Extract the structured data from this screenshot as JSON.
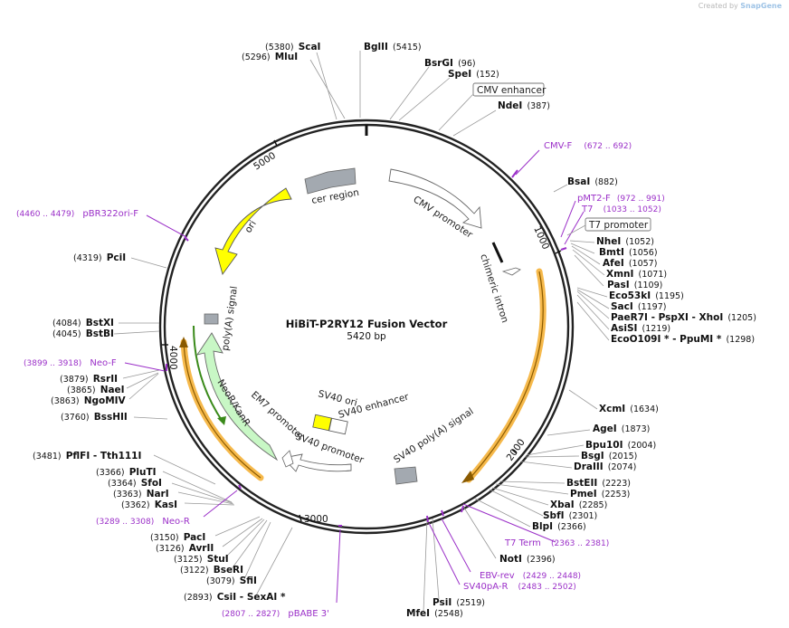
{
  "credit": {
    "prefix": "Created by",
    "brand": "SnapGene"
  },
  "title": "HiBiT-P2RY12 Fusion Vector",
  "length": "5420 bp",
  "ticks": [
    "1000",
    "2000",
    "3000",
    "4000",
    "5000"
  ],
  "sites": [
    {
      "name": "ScaI",
      "pos": "(5380)"
    },
    {
      "name": "MluI",
      "pos": "(5296)"
    },
    {
      "name": "BglII",
      "pos": "(5415)"
    },
    {
      "name": "BsrGI",
      "pos": "(96)"
    },
    {
      "name": "SpeI",
      "pos": "(152)"
    },
    {
      "name": "NdeI",
      "pos": "(387)"
    },
    {
      "name": "BsaI",
      "pos": "(882)"
    },
    {
      "name": "NheI",
      "pos": "(1052)"
    },
    {
      "name": "BmtI",
      "pos": "(1056)"
    },
    {
      "name": "AfeI",
      "pos": "(1057)"
    },
    {
      "name": "XmnI",
      "pos": "(1071)"
    },
    {
      "name": "PasI",
      "pos": "(1109)"
    },
    {
      "name": "Eco53kI",
      "pos": "(1195)"
    },
    {
      "name": "SacI",
      "pos": "(1197)"
    },
    {
      "name": "PaeR7I - PspXI - XhoI",
      "pos": "(1205)"
    },
    {
      "name": "AsiSI",
      "pos": "(1219)"
    },
    {
      "name": "EcoO109I * - PpuMI *",
      "pos": "(1298)"
    },
    {
      "name": "XcmI",
      "pos": "(1634)"
    },
    {
      "name": "AgeI",
      "pos": "(1873)"
    },
    {
      "name": "Bpu10I",
      "pos": "(2004)"
    },
    {
      "name": "BsgI",
      "pos": "(2015)"
    },
    {
      "name": "DraIII",
      "pos": "(2074)"
    },
    {
      "name": "BstEII",
      "pos": "(2223)"
    },
    {
      "name": "PmeI",
      "pos": "(2253)"
    },
    {
      "name": "XbaI",
      "pos": "(2285)"
    },
    {
      "name": "SbfI",
      "pos": "(2301)"
    },
    {
      "name": "BlpI",
      "pos": "(2366)"
    },
    {
      "name": "NotI",
      "pos": "(2396)"
    },
    {
      "name": "PsiI",
      "pos": "(2519)"
    },
    {
      "name": "MfeI",
      "pos": "(2548)"
    },
    {
      "name": "CsiI - SexAI *",
      "pos": "(2893)"
    },
    {
      "name": "SfiI",
      "pos": "(3079)"
    },
    {
      "name": "BseRI",
      "pos": "(3122)"
    },
    {
      "name": "StuI",
      "pos": "(3125)"
    },
    {
      "name": "AvrII",
      "pos": "(3126)"
    },
    {
      "name": "PacI",
      "pos": "(3150)"
    },
    {
      "name": "KasI",
      "pos": "(3362)"
    },
    {
      "name": "NarI",
      "pos": "(3363)"
    },
    {
      "name": "SfoI",
      "pos": "(3364)"
    },
    {
      "name": "PluTI",
      "pos": "(3366)"
    },
    {
      "name": "PflFI - Tth111I",
      "pos": "(3481)"
    },
    {
      "name": "BssHII",
      "pos": "(3760)"
    },
    {
      "name": "NgoMIV",
      "pos": "(3863)"
    },
    {
      "name": "NaeI",
      "pos": "(3865)"
    },
    {
      "name": "RsrII",
      "pos": "(3879)"
    },
    {
      "name": "BstBI",
      "pos": "(4045)"
    },
    {
      "name": "BstXI",
      "pos": "(4084)"
    },
    {
      "name": "PciI",
      "pos": "(4319)"
    }
  ],
  "primers": [
    {
      "name": "CMV-F",
      "pos": "(672 .. 692)"
    },
    {
      "name": "pMT2-F",
      "pos": "(972 .. 991)"
    },
    {
      "name": "T7",
      "pos": "(1033 .. 1052)"
    },
    {
      "name": "T7 Term",
      "pos": "(2363 .. 2381)"
    },
    {
      "name": "EBV-rev",
      "pos": "(2429 .. 2448)"
    },
    {
      "name": "SV40pA-R",
      "pos": "(2483 .. 2502)"
    },
    {
      "name": "pBABE 3'",
      "pos": "(2807 .. 2827)"
    },
    {
      "name": "Neo-R",
      "pos": "(3289 .. 3308)"
    },
    {
      "name": "Neo-F",
      "pos": "(3899 .. 3918)"
    },
    {
      "name": "pBR322ori-F",
      "pos": "(4460 .. 4479)"
    }
  ],
  "features": {
    "cmv_enhancer": "CMV enhancer",
    "cmv_promoter": "CMV promoter",
    "t7_promoter": "T7 promoter",
    "chimeric_intron": "chimeric intron",
    "sv40_polya": "SV40 poly(A) signal",
    "sv40_promoter": "SV40 promoter",
    "sv40_enhancer": "SV40 enhancer",
    "sv40_ori": "SV40 ori",
    "em7_promoter": "EM7 promoter",
    "neor": "NeoR/KanR",
    "polya": "poly(A) signal",
    "ori": "ori",
    "cer": "cer region"
  },
  "colors": {
    "ori": "#ffff00",
    "neor": "#c8f7c5",
    "orange": "#f6b94b",
    "grey": "#a3a9b0",
    "primer": "#9b30c8",
    "backbone": "#222222"
  }
}
